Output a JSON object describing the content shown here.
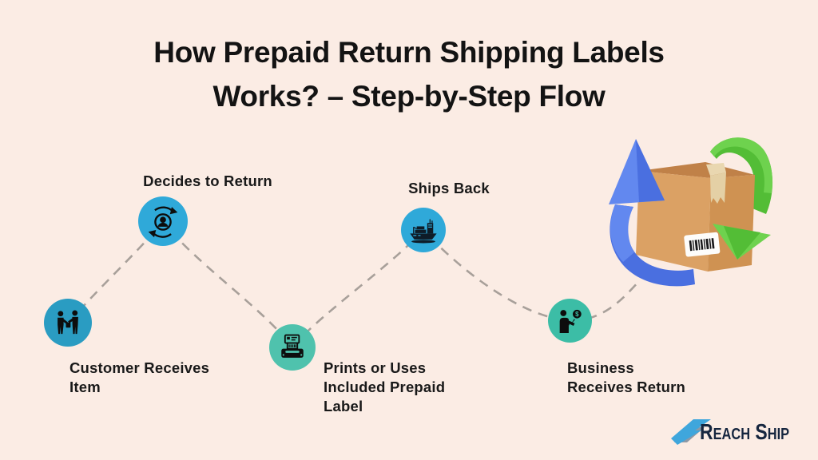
{
  "header": {
    "title_line1": "How Prepaid Return Shipping Labels",
    "title_line2": "Works? – Step-by-Step Flow"
  },
  "steps": [
    {
      "id": "customer-receives-item",
      "lines": [
        "Customer Receives",
        "Item"
      ],
      "icon": "people-exchange-icon",
      "circle_color": "#2a9cc2"
    },
    {
      "id": "decides-to-return",
      "lines": [
        "Decides to Return"
      ],
      "icon": "person-return-icon",
      "circle_color": "#2fa9d9"
    },
    {
      "id": "prints-prepaid-label",
      "lines": [
        "Prints or Uses",
        "Included Prepaid",
        "Label"
      ],
      "icon": "label-printer-icon",
      "circle_color": "#4fc2ad"
    },
    {
      "id": "ships-back",
      "lines": [
        "Ships Back"
      ],
      "icon": "cargo-ship-icon",
      "circle_color": "#2fa9d9"
    },
    {
      "id": "business-receives-return",
      "lines": [
        "Business",
        "Receives Return"
      ],
      "icon": "receive-money-icon",
      "circle_color": "#3cbda6"
    }
  ],
  "icons": {
    "dollar_sign": "$"
  },
  "illustration": {
    "name": "package-return-3d",
    "box_color": "#d89e60",
    "arrow_up_color": "#5377e8",
    "arrow_down_color": "#5dc83f"
  },
  "logo": {
    "text": "Reach Ship",
    "text_color": "#16263f",
    "arrow_color": "#3fa6dc"
  },
  "colors": {
    "background": "#fbece4",
    "dash_line": "#a8a09a",
    "text": "#131313"
  }
}
